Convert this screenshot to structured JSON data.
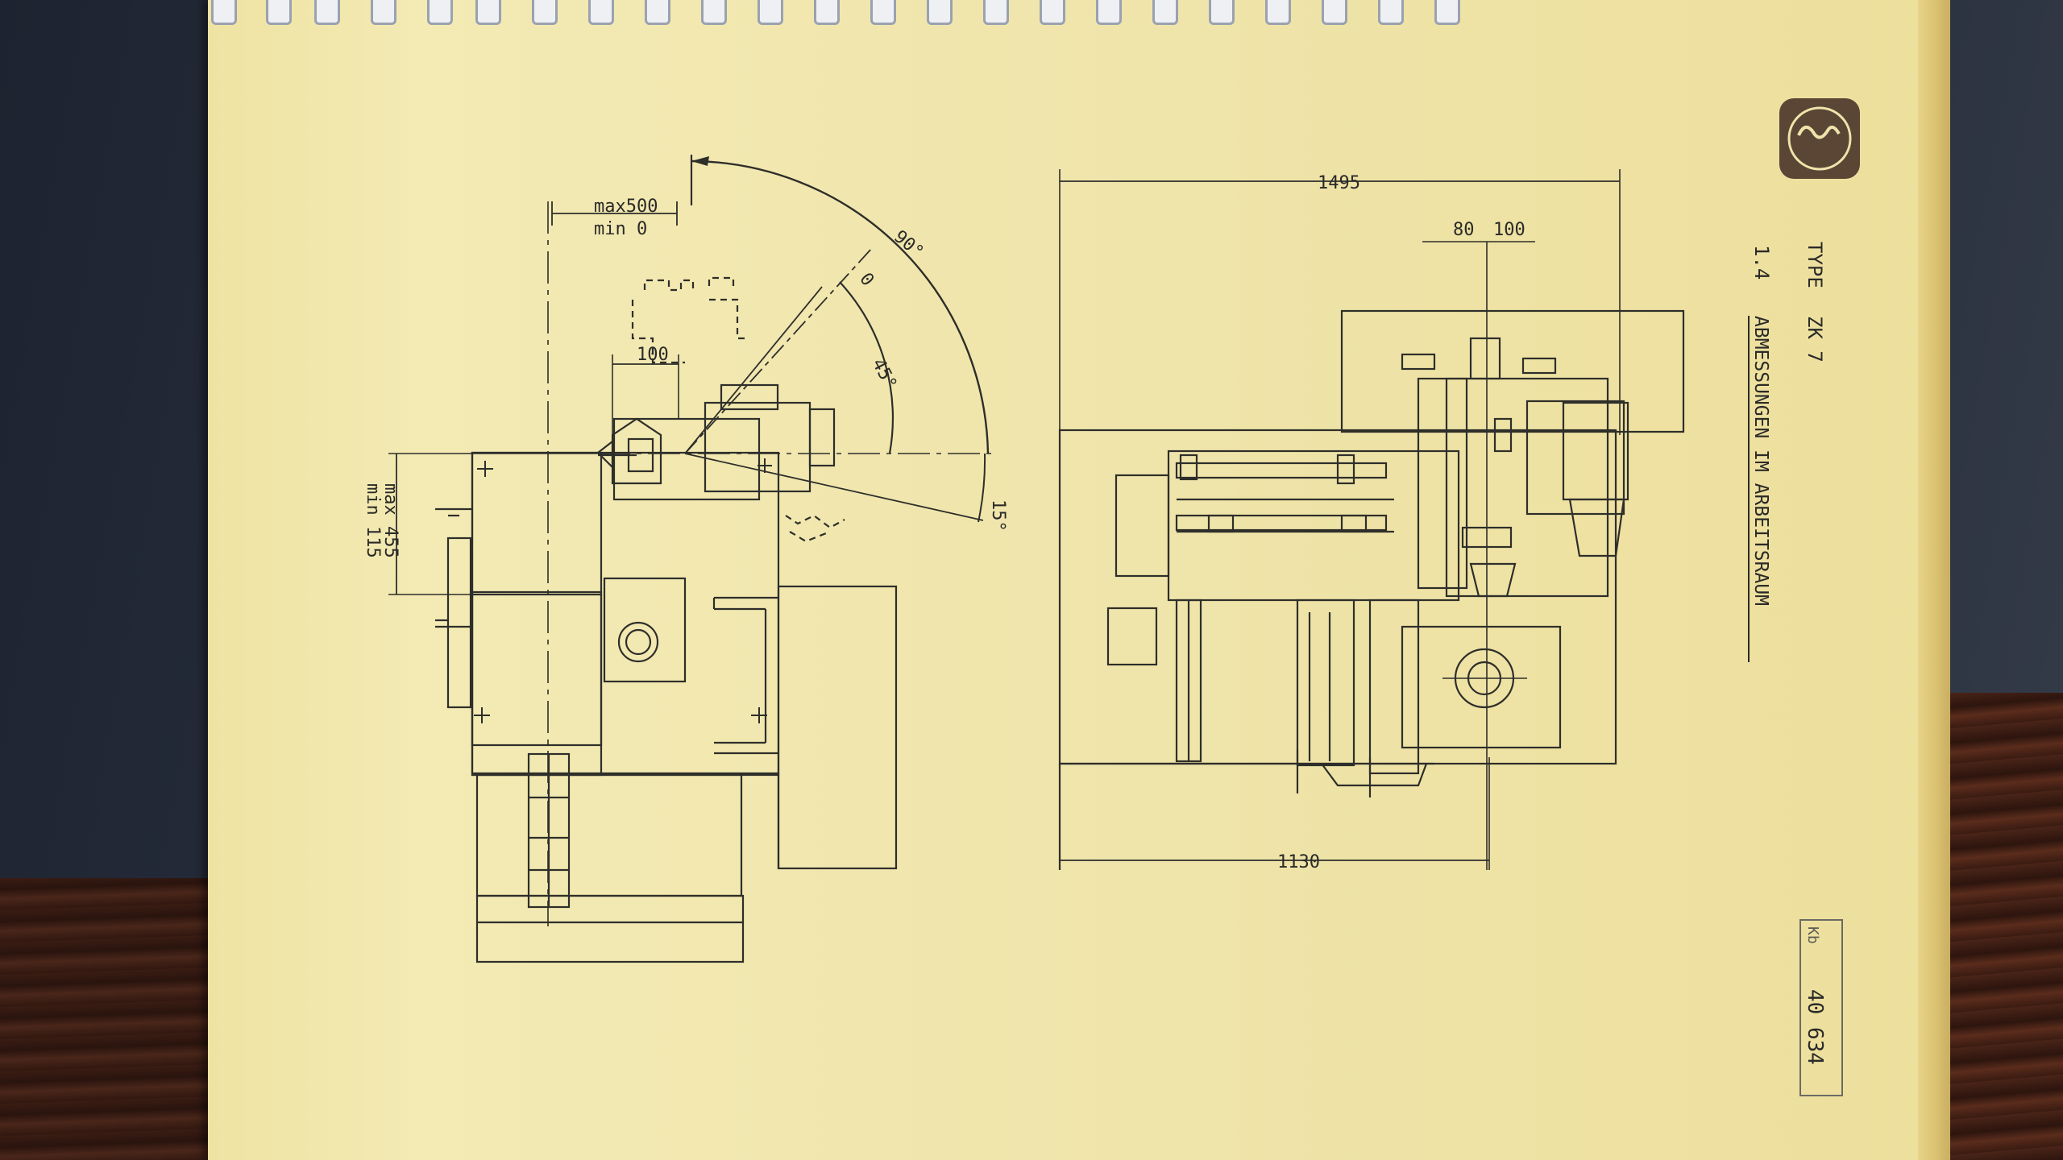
{
  "document": {
    "type_label": "TYPE",
    "type_value": "ZK 7",
    "section_number": "1.4",
    "section_title": "ABMESSUNGEN IM ARBEITSRAUM",
    "footer_code_label": "Kb",
    "footer_code_number": "40 634"
  },
  "drawing_left": {
    "labels": {
      "max_reach": "max500",
      "min_reach": "min  0",
      "offset_100": "100",
      "height_max": "max 455",
      "height_min": "min 115",
      "angle_90": "90°",
      "angle_0": "0",
      "angle_45": "45°",
      "angle_15": "15°"
    }
  },
  "drawing_right": {
    "labels": {
      "width_total": "1495",
      "spindle_80": "80",
      "spindle_100": "100",
      "base_width": "1130"
    }
  },
  "colors": {
    "paper": "#efe4aa",
    "ink": "#2a2a28",
    "logo": "#5b4636"
  }
}
